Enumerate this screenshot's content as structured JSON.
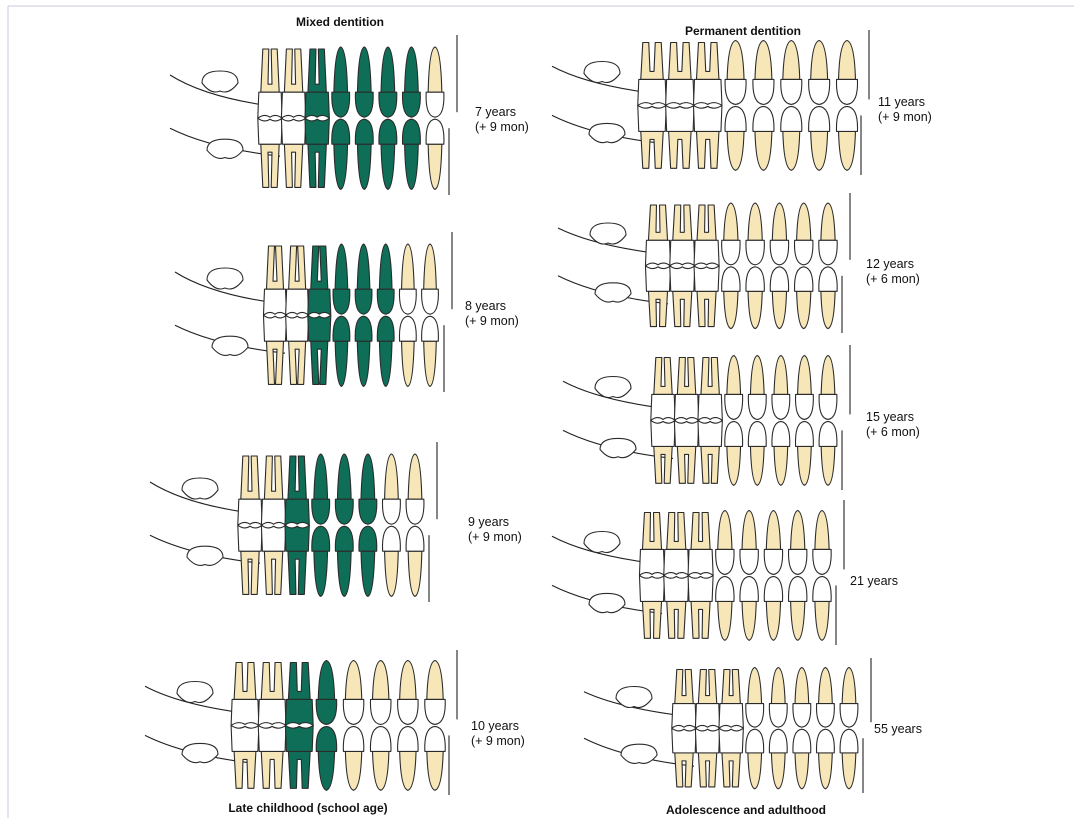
{
  "headers": {
    "mixed": "Mixed dentition",
    "permanent": "Permanent dentition",
    "late_childhood": "Late childhood (school age)",
    "adolescence": "Adolescence and adulthood"
  },
  "stages": [
    {
      "id": "s1",
      "age": "7 years",
      "note": "(+ 9 mon)",
      "primary_teeth": 5
    },
    {
      "id": "s2",
      "age": "8 years",
      "note": "(+ 9 mon)",
      "primary_teeth": 4
    },
    {
      "id": "s3",
      "age": "9 years",
      "note": "(+ 9 mon)",
      "primary_teeth": 4
    },
    {
      "id": "s4",
      "age": "10 years",
      "note": "(+ 9 mon)",
      "primary_teeth": 2
    },
    {
      "id": "s5",
      "age": "11 years",
      "note": "(+ 9 mon)",
      "primary_teeth": 0
    },
    {
      "id": "s6",
      "age": "12 years",
      "note": "(+ 6 mon)",
      "primary_teeth": 0
    },
    {
      "id": "s7",
      "age": "15 years",
      "note": "(+ 6 mon)",
      "primary_teeth": 0
    },
    {
      "id": "s8",
      "age": "21 years",
      "note": "",
      "primary_teeth": 0
    },
    {
      "id": "s9",
      "age": "55 years",
      "note": "",
      "primary_teeth": 0
    }
  ],
  "colors": {
    "primary_tooth": "#0f6e57",
    "root": "#f7e6b8",
    "crown": "#ffffff",
    "outline": "#2b2b2b"
  }
}
